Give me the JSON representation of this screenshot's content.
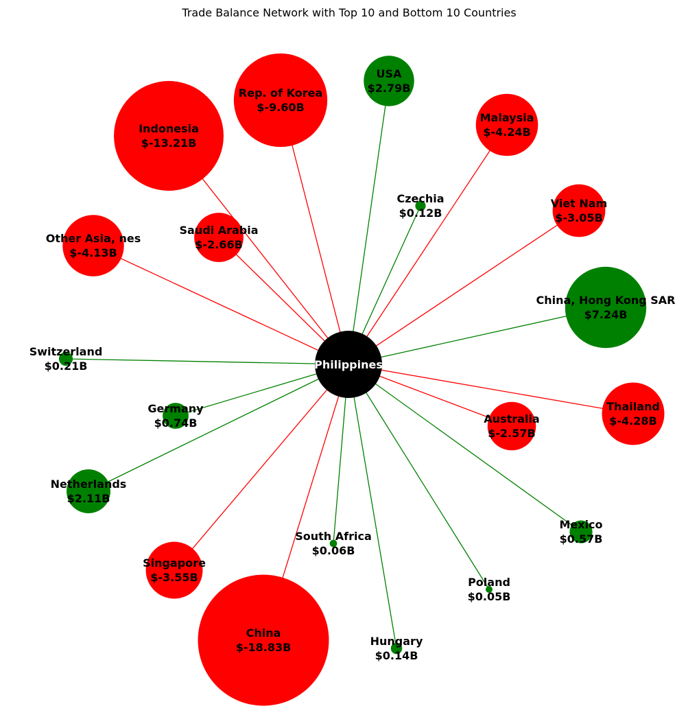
{
  "title": "Trade Balance Network with Top 10 and Bottom 10 Countries",
  "colors": {
    "surplus": "#008000",
    "deficit": "#ff0000",
    "hub": "#000000"
  },
  "hub": {
    "label": "Philippines"
  },
  "nodes": [
    {
      "id": "indonesia",
      "name": "Indonesia",
      "value": "$-13.21B",
      "balance": -13.21
    },
    {
      "id": "korea",
      "name": "Rep. of Korea",
      "value": "$-9.60B",
      "balance": -9.6
    },
    {
      "id": "usa",
      "name": "USA",
      "value": "$2.79B",
      "balance": 2.79
    },
    {
      "id": "malaysia",
      "name": "Malaysia",
      "value": "$-4.24B",
      "balance": -4.24
    },
    {
      "id": "czechia",
      "name": "Czechia",
      "value": "$0.12B",
      "balance": 0.12
    },
    {
      "id": "vietnam",
      "name": "Viet Nam",
      "value": "$-3.05B",
      "balance": -3.05
    },
    {
      "id": "saudi",
      "name": "Saudi Arabia",
      "value": "$-2.66B",
      "balance": -2.66
    },
    {
      "id": "otherasia",
      "name": "Other Asia, nes",
      "value": "$-4.13B",
      "balance": -4.13
    },
    {
      "id": "hongkong",
      "name": "China, Hong Kong SAR",
      "value": "$7.24B",
      "balance": 7.24
    },
    {
      "id": "switzerland",
      "name": "Switzerland",
      "value": "$0.21B",
      "balance": 0.21
    },
    {
      "id": "germany",
      "name": "Germany",
      "value": "$0.74B",
      "balance": 0.74
    },
    {
      "id": "thailand",
      "name": "Thailand",
      "value": "$-4.28B",
      "balance": -4.28
    },
    {
      "id": "australia",
      "name": "Australia",
      "value": "$-2.57B",
      "balance": -2.57
    },
    {
      "id": "netherlands",
      "name": "Netherlands",
      "value": "$2.11B",
      "balance": 2.11
    },
    {
      "id": "southafrica",
      "name": "South Africa",
      "value": "$0.06B",
      "balance": 0.06
    },
    {
      "id": "mexico",
      "name": "Mexico",
      "value": "$0.57B",
      "balance": 0.57
    },
    {
      "id": "singapore",
      "name": "Singapore",
      "value": "$-3.55B",
      "balance": -3.55
    },
    {
      "id": "poland",
      "name": "Poland",
      "value": "$0.05B",
      "balance": 0.05
    },
    {
      "id": "china",
      "name": "China",
      "value": "$-18.83B",
      "balance": -18.83
    },
    {
      "id": "hungary",
      "name": "Hungary",
      "value": "$0.14B",
      "balance": 0.14
    }
  ]
}
